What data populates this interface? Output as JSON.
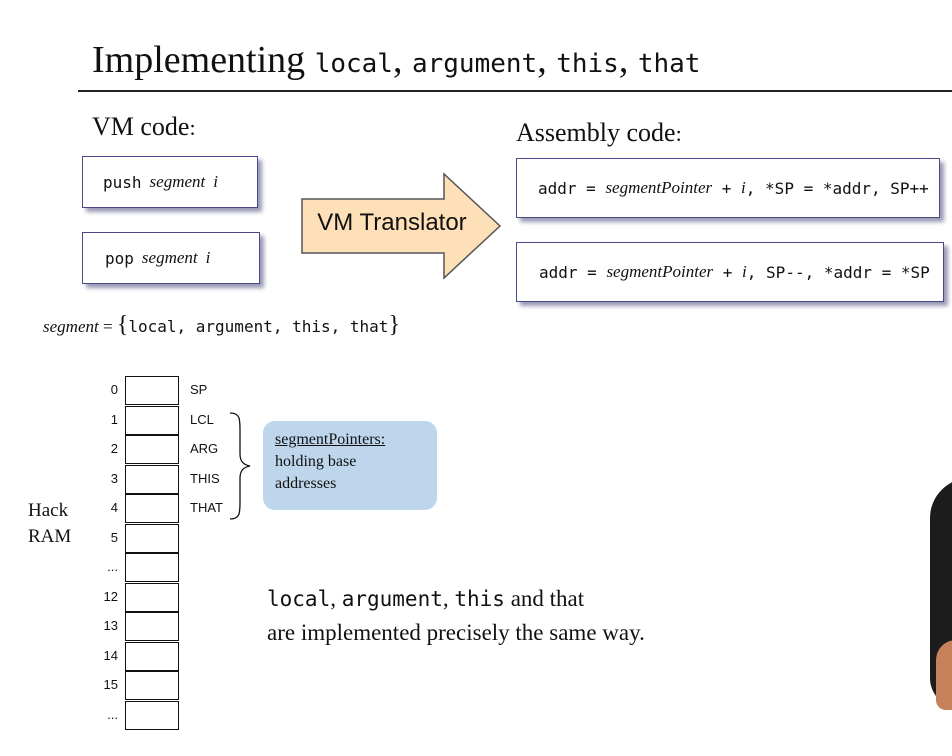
{
  "title": {
    "word": "Implementing",
    "segments": [
      "local",
      "argument",
      "this",
      "that"
    ],
    "sep": ", "
  },
  "vm_code": {
    "heading": "VM code",
    "colon": ":",
    "push": {
      "op": "push",
      "segment": "segment",
      "index": "i"
    },
    "pop": {
      "op": "pop",
      "segment": "segment",
      "index": "i"
    }
  },
  "translator": {
    "label": "VM Translator"
  },
  "assembly_code": {
    "heading": "Assembly code",
    "colon": ":",
    "push_line": {
      "a": "addr = ",
      "ptr": "segmentPointer",
      "plus": " + ",
      "i": "i",
      "rest": ", *SP = *addr, SP++"
    },
    "pop_line": {
      "a": "addr = ",
      "ptr": "segmentPointer",
      "plus": " + ",
      "i": "i",
      "rest": ", SP--, *addr = *SP"
    }
  },
  "segment_set": {
    "name": "segment",
    "eq": " = ",
    "open": "{",
    "items": "local, argument, this, that",
    "close": "}"
  },
  "ram": {
    "label_line1": "Hack",
    "label_line2": "RAM",
    "rows": [
      {
        "index": "0",
        "label": "SP"
      },
      {
        "index": "1",
        "label": "LCL"
      },
      {
        "index": "2",
        "label": "ARG"
      },
      {
        "index": "3",
        "label": "THIS"
      },
      {
        "index": "4",
        "label": "THAT"
      },
      {
        "index": "5",
        "label": ""
      },
      {
        "index": "...",
        "label": ""
      },
      {
        "index": "12",
        "label": ""
      },
      {
        "index": "13",
        "label": ""
      },
      {
        "index": "14",
        "label": ""
      },
      {
        "index": "15",
        "label": ""
      },
      {
        "index": "...",
        "label": ""
      }
    ]
  },
  "callout": {
    "title": "segmentPointers:",
    "body_line1": "holding base",
    "body_line2": "addresses",
    "color": "#bdd6ec"
  },
  "statement": {
    "seg1": "local",
    "seg2": "argument",
    "seg3": "this",
    "sep": ", ",
    "and": " and ",
    "that": "that",
    "line2": "are implemented precisely the same way."
  },
  "colors": {
    "arrow_fill": "#fde0b8",
    "arrow_stroke": "#555555",
    "box_border": "#4a4a8a"
  }
}
